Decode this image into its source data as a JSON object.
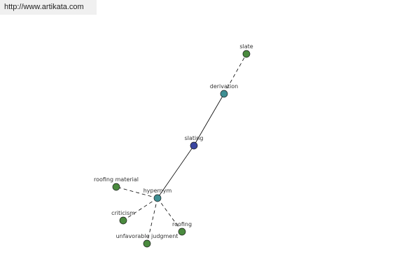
{
  "header": {
    "url_text": "http://www.artikata.com"
  },
  "colors": {
    "leaf": "#4a8a3e",
    "intermediate": "#3f8f93",
    "root": "#3a46a0"
  },
  "graph": {
    "nodes": [
      {
        "id": "slate",
        "label": "slate",
        "kind": "leaf"
      },
      {
        "id": "derivation",
        "label": "derivation",
        "kind": "intermediate"
      },
      {
        "id": "slating",
        "label": "slating",
        "kind": "root"
      },
      {
        "id": "hypernym",
        "label": "hypernym",
        "kind": "intermediate"
      },
      {
        "id": "roofing-material",
        "label": "roofing material",
        "kind": "leaf"
      },
      {
        "id": "criticism",
        "label": "criticism",
        "kind": "leaf"
      },
      {
        "id": "roofing",
        "label": "roofing",
        "kind": "leaf"
      },
      {
        "id": "unfavorable-judgment",
        "label": "unfavorable judgment",
        "kind": "leaf"
      }
    ],
    "edges": [
      {
        "from": "derivation",
        "to": "slate",
        "style": "dashed"
      },
      {
        "from": "slating",
        "to": "derivation",
        "style": "solid"
      },
      {
        "from": "slating",
        "to": "hypernym",
        "style": "solid"
      },
      {
        "from": "hypernym",
        "to": "roofing-material",
        "style": "dashed"
      },
      {
        "from": "hypernym",
        "to": "criticism",
        "style": "dashed"
      },
      {
        "from": "hypernym",
        "to": "roofing",
        "style": "dashed"
      },
      {
        "from": "hypernym",
        "to": "unfavorable-judgment",
        "style": "dashed"
      }
    ]
  }
}
